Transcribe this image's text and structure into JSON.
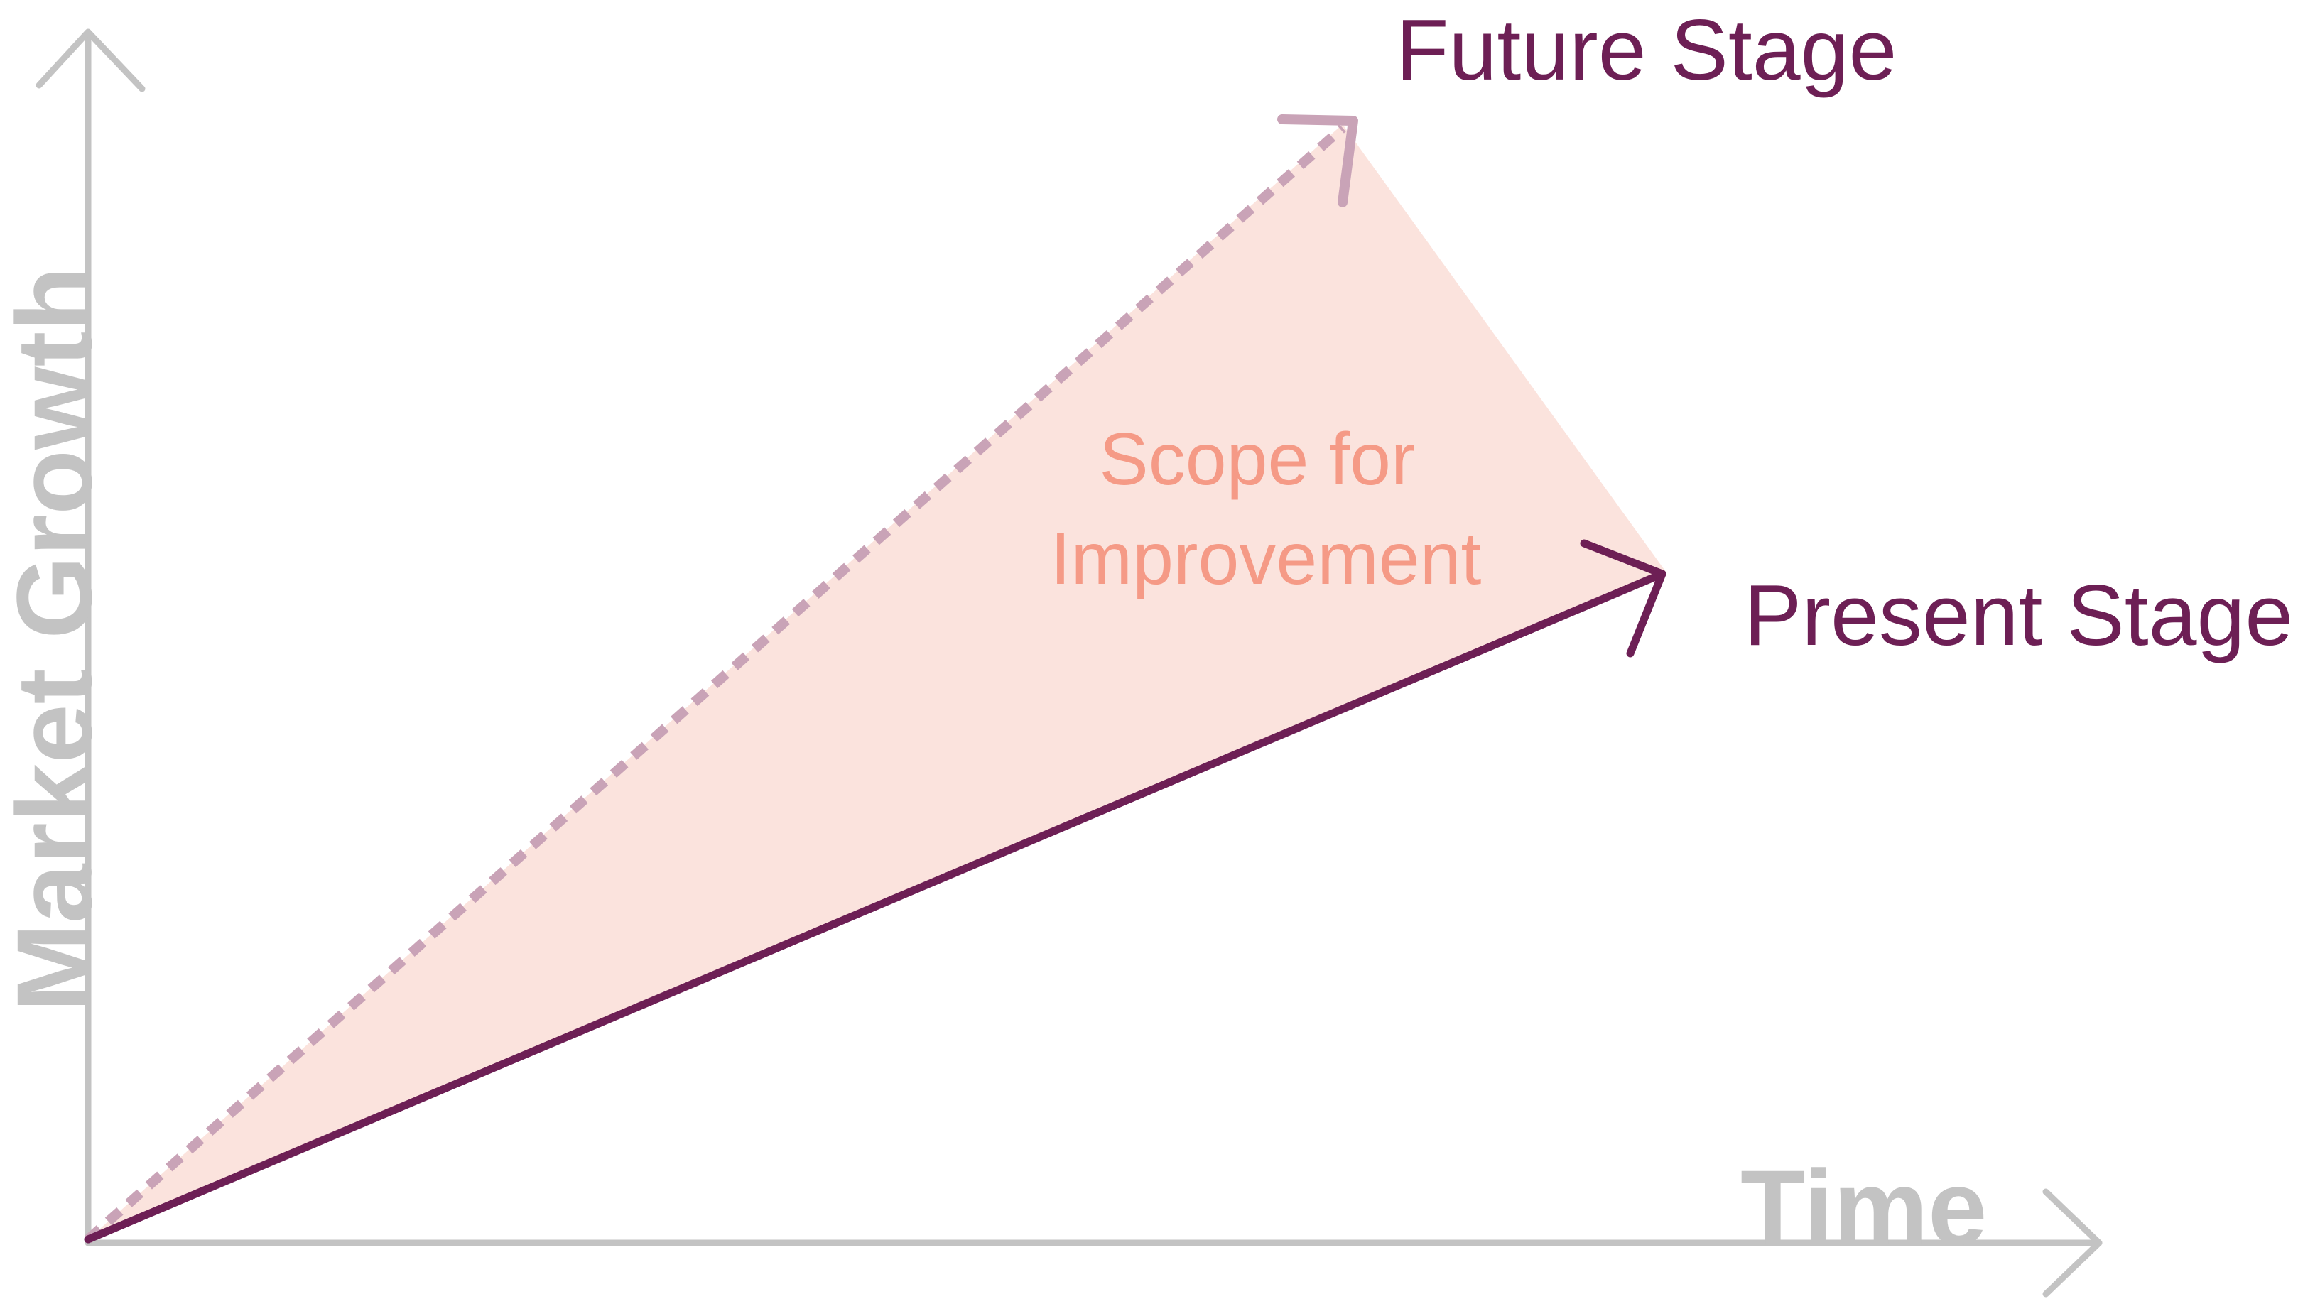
{
  "labels": {
    "y_axis": "Market Growth",
    "x_axis": "Time",
    "future_stage": "Future Stage",
    "present_stage": "Present Stage",
    "scope_line1": "Scope for",
    "scope_line2": "Improvement"
  },
  "colors": {
    "axis": "#c3c3c3",
    "present_line": "#6d1f55",
    "future_line": "#c9a3b7",
    "scope_fill": "#fbe3dd",
    "scope_text": "#f59a86",
    "stage_text": "#6d1f55"
  }
}
